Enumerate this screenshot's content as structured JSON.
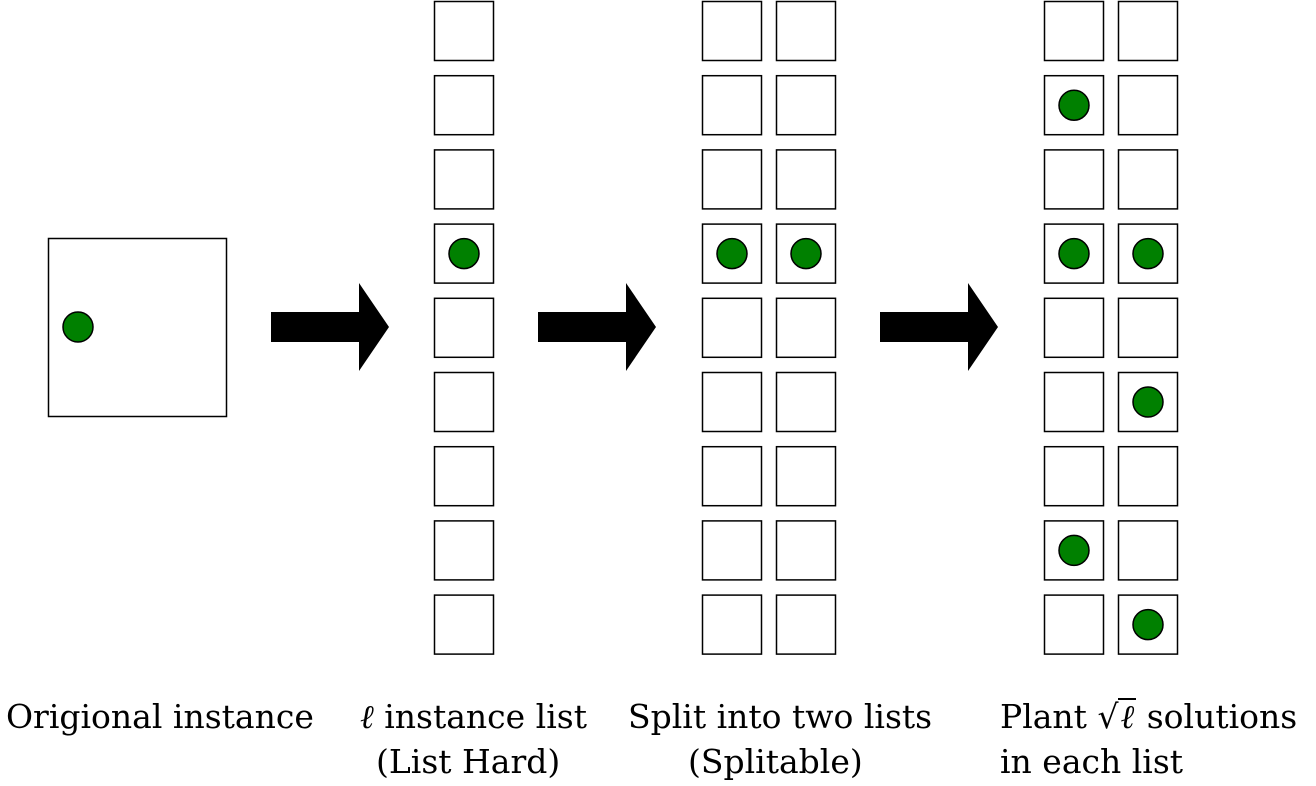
{
  "colors": {
    "solution_fill": "#008000",
    "box_stroke": "#000000",
    "arrow_fill": "#000000"
  },
  "stages": [
    {
      "id": "original",
      "caption_lines": [
        "Origional instance"
      ],
      "columns": [
        [
          1
        ]
      ]
    },
    {
      "id": "list",
      "caption_lines": [
        "instance list",
        "(List Hard)"
      ],
      "caption_prefix_symbol": "ℓ",
      "columns": [
        [
          0,
          0,
          0,
          1,
          0,
          0,
          0,
          0,
          0
        ]
      ]
    },
    {
      "id": "split",
      "caption_lines": [
        "Split into two lists",
        "(Splitable)"
      ],
      "columns": [
        [
          0,
          0,
          0,
          1,
          0,
          0,
          0,
          0,
          0
        ],
        [
          0,
          0,
          0,
          1,
          0,
          0,
          0,
          0,
          0
        ]
      ]
    },
    {
      "id": "plant",
      "caption_lines": [
        "solutions",
        "in each list"
      ],
      "caption_prefix": "Plant",
      "caption_sqrt_symbol": "√",
      "caption_radicand": "ℓ",
      "columns": [
        [
          0,
          1,
          0,
          1,
          0,
          0,
          0,
          1,
          0
        ],
        [
          0,
          0,
          0,
          1,
          0,
          1,
          0,
          0,
          1
        ]
      ]
    }
  ],
  "arrows": [
    {
      "from": "original",
      "to": "list"
    },
    {
      "from": "list",
      "to": "split"
    },
    {
      "from": "split",
      "to": "plant"
    }
  ]
}
